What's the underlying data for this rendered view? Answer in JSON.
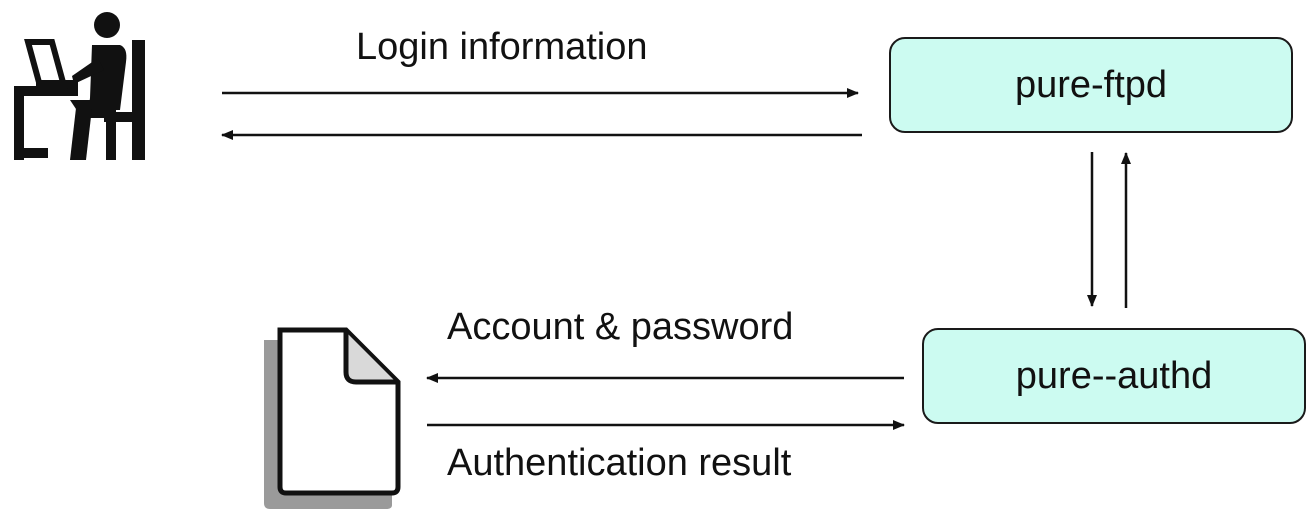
{
  "nodes": {
    "ftpd": "pure-ftpd",
    "authd": "pure--authd"
  },
  "edges": {
    "login_information": "Login information",
    "account_password": "Account & password",
    "authentication_result": "Authentication result"
  },
  "icons": {
    "user": "person-at-computer-icon",
    "file": "document-icon"
  },
  "colors": {
    "node_fill": "#ccfbf1",
    "stroke": "#1a1a1a"
  }
}
